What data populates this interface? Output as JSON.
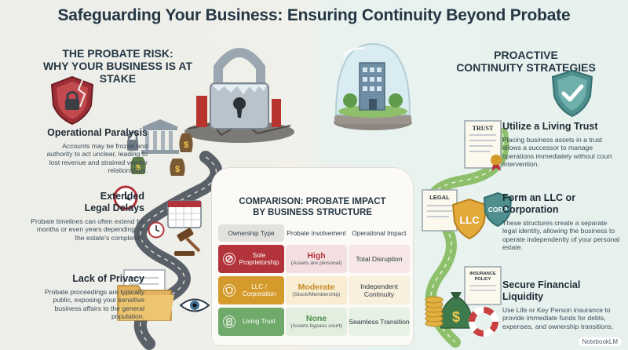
{
  "title": "Safeguarding Your Business: Ensuring Continuity Beyond Probate",
  "left_section": {
    "heading_line1": "THE PROBATE RISK:",
    "heading_line2": "WHY YOUR BUSINESS IS AT STAKE",
    "items": [
      {
        "title": "Operational Paralysis",
        "body": "Accounts may be frozen and authority to act unclear, leading to lost revenue and strained vendor relationships."
      },
      {
        "title_line1": "Extended",
        "title_line2": "Legal Delays",
        "body": "Probate timelines can often extend for months or even years depending on the estate's complexity."
      },
      {
        "title": "Lack of Privacy",
        "body": "Probate proceedings are typically public, exposing your sensitive business affairs to the general population."
      }
    ]
  },
  "right_section": {
    "heading_line1": "PROACTIVE",
    "heading_line2": "CONTINUITY STRATEGIES",
    "items": [
      {
        "title": "Utilize a Living Trust",
        "body": "Placing business assets in a trust allows a successor to manage operations immediately without court intervention."
      },
      {
        "title_line1": "Form an LLC or",
        "title_line2": "Corporation",
        "body": "These structures create a separate legal identity, allowing the business to operate independently of your personal estate."
      },
      {
        "title_line1": "Secure Financial",
        "title_line2": "Liquidity",
        "body": "Use Life or Key Person insurance to provide immediate funds for debts, expenses, and ownership transitions."
      }
    ]
  },
  "comparison": {
    "heading_line1": "COMPARISON: PROBATE IMPACT",
    "heading_line2": "BY BUSINESS STRUCTURE",
    "columns": [
      "Ownership Type",
      "Probate Involvement",
      "Operational Impact"
    ],
    "rows": [
      {
        "type": "Sole Proprietorship",
        "level": "High",
        "detail": "(Assets are personal)",
        "impact": "Total Disruption",
        "color": "#b2343a"
      },
      {
        "type": "LLC / Corporation",
        "level": "Moderate",
        "detail": "(Stock/Membership)",
        "impact": "Independent Continuity",
        "color": "#d59a2c"
      },
      {
        "type": "Living Trust",
        "level": "None",
        "detail": "(Assets bypass court)",
        "impact": "Seamless Transition",
        "color": "#6faa6a"
      }
    ]
  },
  "illustration_labels": {
    "trust_doc": "TRUST",
    "legal_doc": "LEGAL",
    "llc_shield": "LLC",
    "corp_shield": "CORP",
    "insurance_doc_line1": "INSURANCE",
    "insurance_doc_line2": "POLICY"
  },
  "footer": "NotebookLM"
}
